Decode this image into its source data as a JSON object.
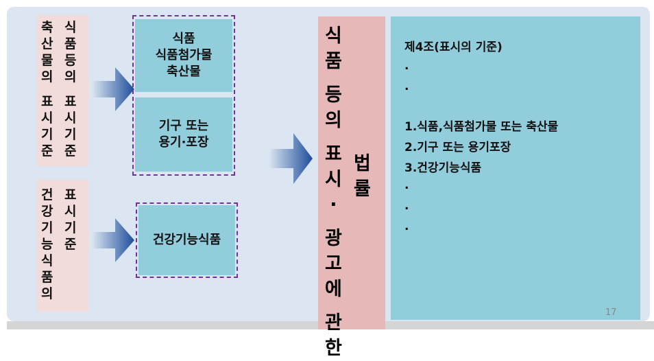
{
  "left_top_label": {
    "col1": [
      "축",
      "산",
      "물",
      "의",
      "",
      "표",
      "시",
      "기",
      "준"
    ],
    "col2": [
      "식",
      "품",
      "등",
      "의",
      "",
      "표",
      "시",
      "기",
      "준"
    ]
  },
  "left_bottom_label": {
    "col1": [
      "건",
      "강",
      "기",
      "능",
      "식",
      "품",
      "의"
    ],
    "col2": [
      "표",
      "시",
      "기",
      "준"
    ]
  },
  "box_food": {
    "lines": [
      "식품",
      "식품첨가물",
      "축산물"
    ]
  },
  "box_container": {
    "lines": [
      "기구 또는",
      "용기·포장"
    ]
  },
  "box_health": {
    "label": "건강기능식품"
  },
  "law_title": {
    "col1": [
      "식",
      "품",
      "",
      "등",
      "의",
      "",
      "표",
      "시",
      "·",
      "",
      "광",
      "고",
      "에",
      "",
      "관",
      "한"
    ],
    "col2": [
      "법",
      "률"
    ]
  },
  "article": {
    "title": "제4조(표시의 기준)",
    "dots_top": [
      ".",
      "."
    ],
    "items": [
      "1.식품,식품첨가물 또는 축산물",
      "2.기구 또는 용기포장",
      "3.건강기능식품"
    ],
    "dots_bottom": [
      ".",
      ".",
      "."
    ]
  },
  "page_number": "17",
  "colors": {
    "panel": "#dce6f2",
    "pink": "#f2dcdb",
    "cyan": "#92cddc",
    "law": "#e6b9b8",
    "dashed": "#7030a0",
    "arrow": "#1f4e9a"
  }
}
